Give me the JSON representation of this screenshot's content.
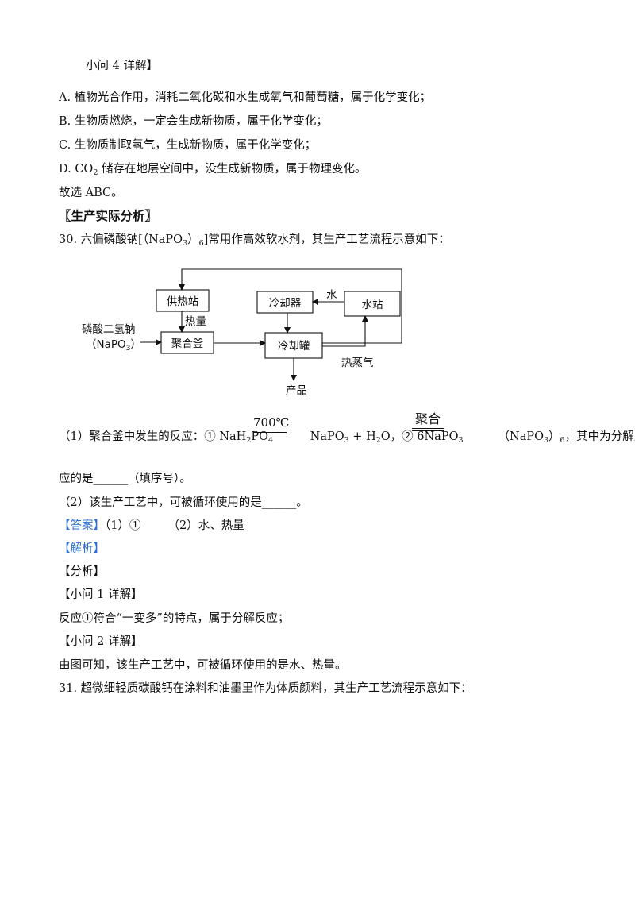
{
  "lines": {
    "sub4_header": "小问 4 详解】",
    "optA": "A.  植物光合作用，消耗二氧化碳和水生成氧气和葡萄糖，属于化学变化；",
    "optB": "B.  生物质燃烧，一定会生成新物质，属于化学变化；",
    "optC": "C.  生物质制取氢气，生成新物质，属于化学变化；",
    "optD_pre": "D. CO",
    "optD_sub": "2",
    "optD_post": " 储存在地层空间中，没生成新物质，属于物理变化。",
    "choose": "故选 ABC。",
    "section_title": "〖生产实际分析〗",
    "q30_pre": "30.  六偏磷酸钠[（NaPO",
    "q30_sub1": "3",
    "q30_mid": "）",
    "q30_sub2": "6",
    "q30_post": "]常用作高效软水剂，其生产工艺流程示意如下：",
    "q30_1_a": "（1）聚合釜中发生的反应：① NaH",
    "q30_1_sub_h": "2",
    "q30_1_b": "PO",
    "q30_1_sub_4": "4",
    "q30_1_c": " NaPO",
    "q30_1_sub_3a": "3",
    "q30_1_d": " + H",
    "q30_1_sub_2b": "2",
    "q30_1_e": "O，② 6NaPO",
    "q30_1_sub_3b": "3",
    "q30_1_f": "（NaPO",
    "q30_1_sub_3c": "3",
    "q30_1_g": "）",
    "q30_1_sub_6": "6",
    "q30_1_h": "，其中为分解反",
    "cond1": "700℃",
    "cond2": "聚合",
    "q30_1_cont": "应的是______（填序号）。",
    "q30_2": "（2）该生产工艺中，可被循环使用的是______。",
    "answer_tag": "【答案】",
    "answer_1": "（1）①",
    "answer_2": "（2）水、热量",
    "analysis_tag": "【解析】",
    "fenxi": "【分析】",
    "sub1_header": "【小问 1 详解】",
    "sub1_body": "反应①符合“一变多”的特点，属于分解反应；",
    "sub2_header": "【小问 2 详解】",
    "sub2_body": "由图可知，该生产工艺中，可被循环使用的是水、热量。",
    "q31": "31.  超微细轻质碳酸钙在涂料和油墨里作为体质颜料，其生产工艺流程示意如下："
  },
  "diagram": {
    "heat_station": "供热站",
    "heat": "热量",
    "raw_line1": "磷酸二氢钠",
    "raw_line2_pre": "（NaPO",
    "raw_line2_sub": "3",
    "raw_line2_post": "）",
    "reactor": "聚合釜",
    "cooler": "冷却器",
    "water": "水",
    "water_station": "水站",
    "cooling_tank": "冷却罐",
    "steam": "热蒸气",
    "product": "产品"
  }
}
